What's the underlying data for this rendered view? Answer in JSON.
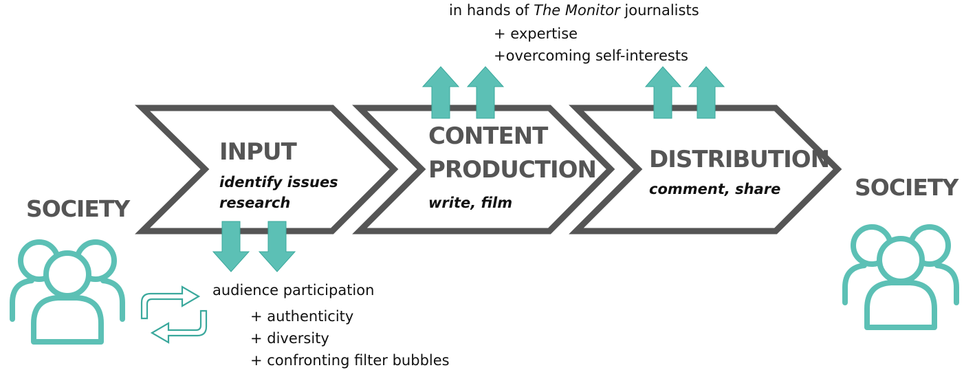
{
  "colors": {
    "chevron_stroke": "#555555",
    "accent": "#5cc0b5",
    "icon_stroke": "#3aa89c",
    "title_text": "#555555",
    "body_text": "#111111"
  },
  "society_left": {
    "label": "SOCIETY",
    "icon": "people-icon"
  },
  "society_right": {
    "label": "SOCIETY",
    "icon": "people-icon"
  },
  "stages": [
    {
      "title": "INPUT",
      "subtitle_lines": [
        "identify issues",
        "research"
      ]
    },
    {
      "title_lines": [
        "CONTENT",
        "PRODUCTION"
      ],
      "subtitle": "write, film"
    },
    {
      "title": "DISTRIBUTION",
      "subtitle": "comment, share"
    }
  ],
  "top_note": {
    "prefix": "in hands of ",
    "italic": "The Monitor",
    "suffix": " journalists",
    "items": [
      "+ expertise",
      "+overcoming self-interests"
    ]
  },
  "bottom_note": {
    "heading": "audience participation",
    "items": [
      "+ authenticity",
      "+ diversity",
      "+ confronting filter bubbles"
    ]
  },
  "icons": {
    "up_arrows": "up-arrow-icon",
    "down_arrows": "down-arrow-icon",
    "cycle": "exchange-arrows-icon"
  }
}
